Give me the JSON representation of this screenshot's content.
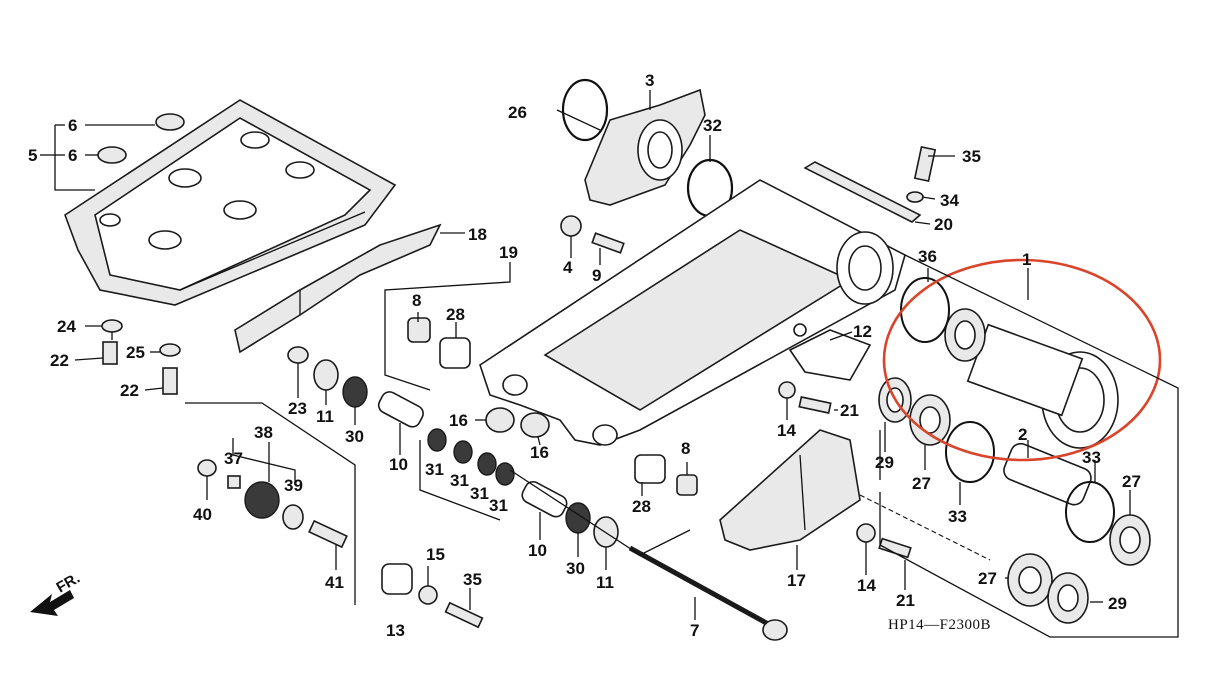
{
  "diagram": {
    "code": "HP14—F2300B",
    "direction_label": "FR.",
    "highlight_color": "#d9442b",
    "labels": {
      "p1": "1",
      "p2": "2",
      "p3": "3",
      "p4": "4",
      "p5": "5",
      "p6a": "6",
      "p6b": "6",
      "p7": "7",
      "p8a": "8",
      "p8b": "8",
      "p9": "9",
      "p10a": "10",
      "p10b": "10",
      "p11a": "11",
      "p11b": "11",
      "p12": "12",
      "p13": "13",
      "p14a": "14",
      "p14b": "14",
      "p15": "15",
      "p16a": "16",
      "p16b": "16",
      "p17": "17",
      "p18": "18",
      "p19": "19",
      "p20": "20",
      "p21a": "21",
      "p21b": "21",
      "p22a": "22",
      "p22b": "22",
      "p23": "23",
      "p24": "24",
      "p25": "25",
      "p26": "26",
      "p27a": "27",
      "p27b": "27",
      "p27c": "27",
      "p28a": "28",
      "p28b": "28",
      "p29a": "29",
      "p29b": "29",
      "p30a": "30",
      "p30b": "30",
      "p31a": "31",
      "p31b": "31",
      "p31c": "31",
      "p31d": "31",
      "p32": "32",
      "p33a": "33",
      "p33b": "33",
      "p34": "34",
      "p35a": "35",
      "p35b": "35",
      "p36": "36",
      "p37": "37",
      "p38": "38",
      "p39": "39",
      "p40": "40",
      "p41": "41"
    }
  }
}
